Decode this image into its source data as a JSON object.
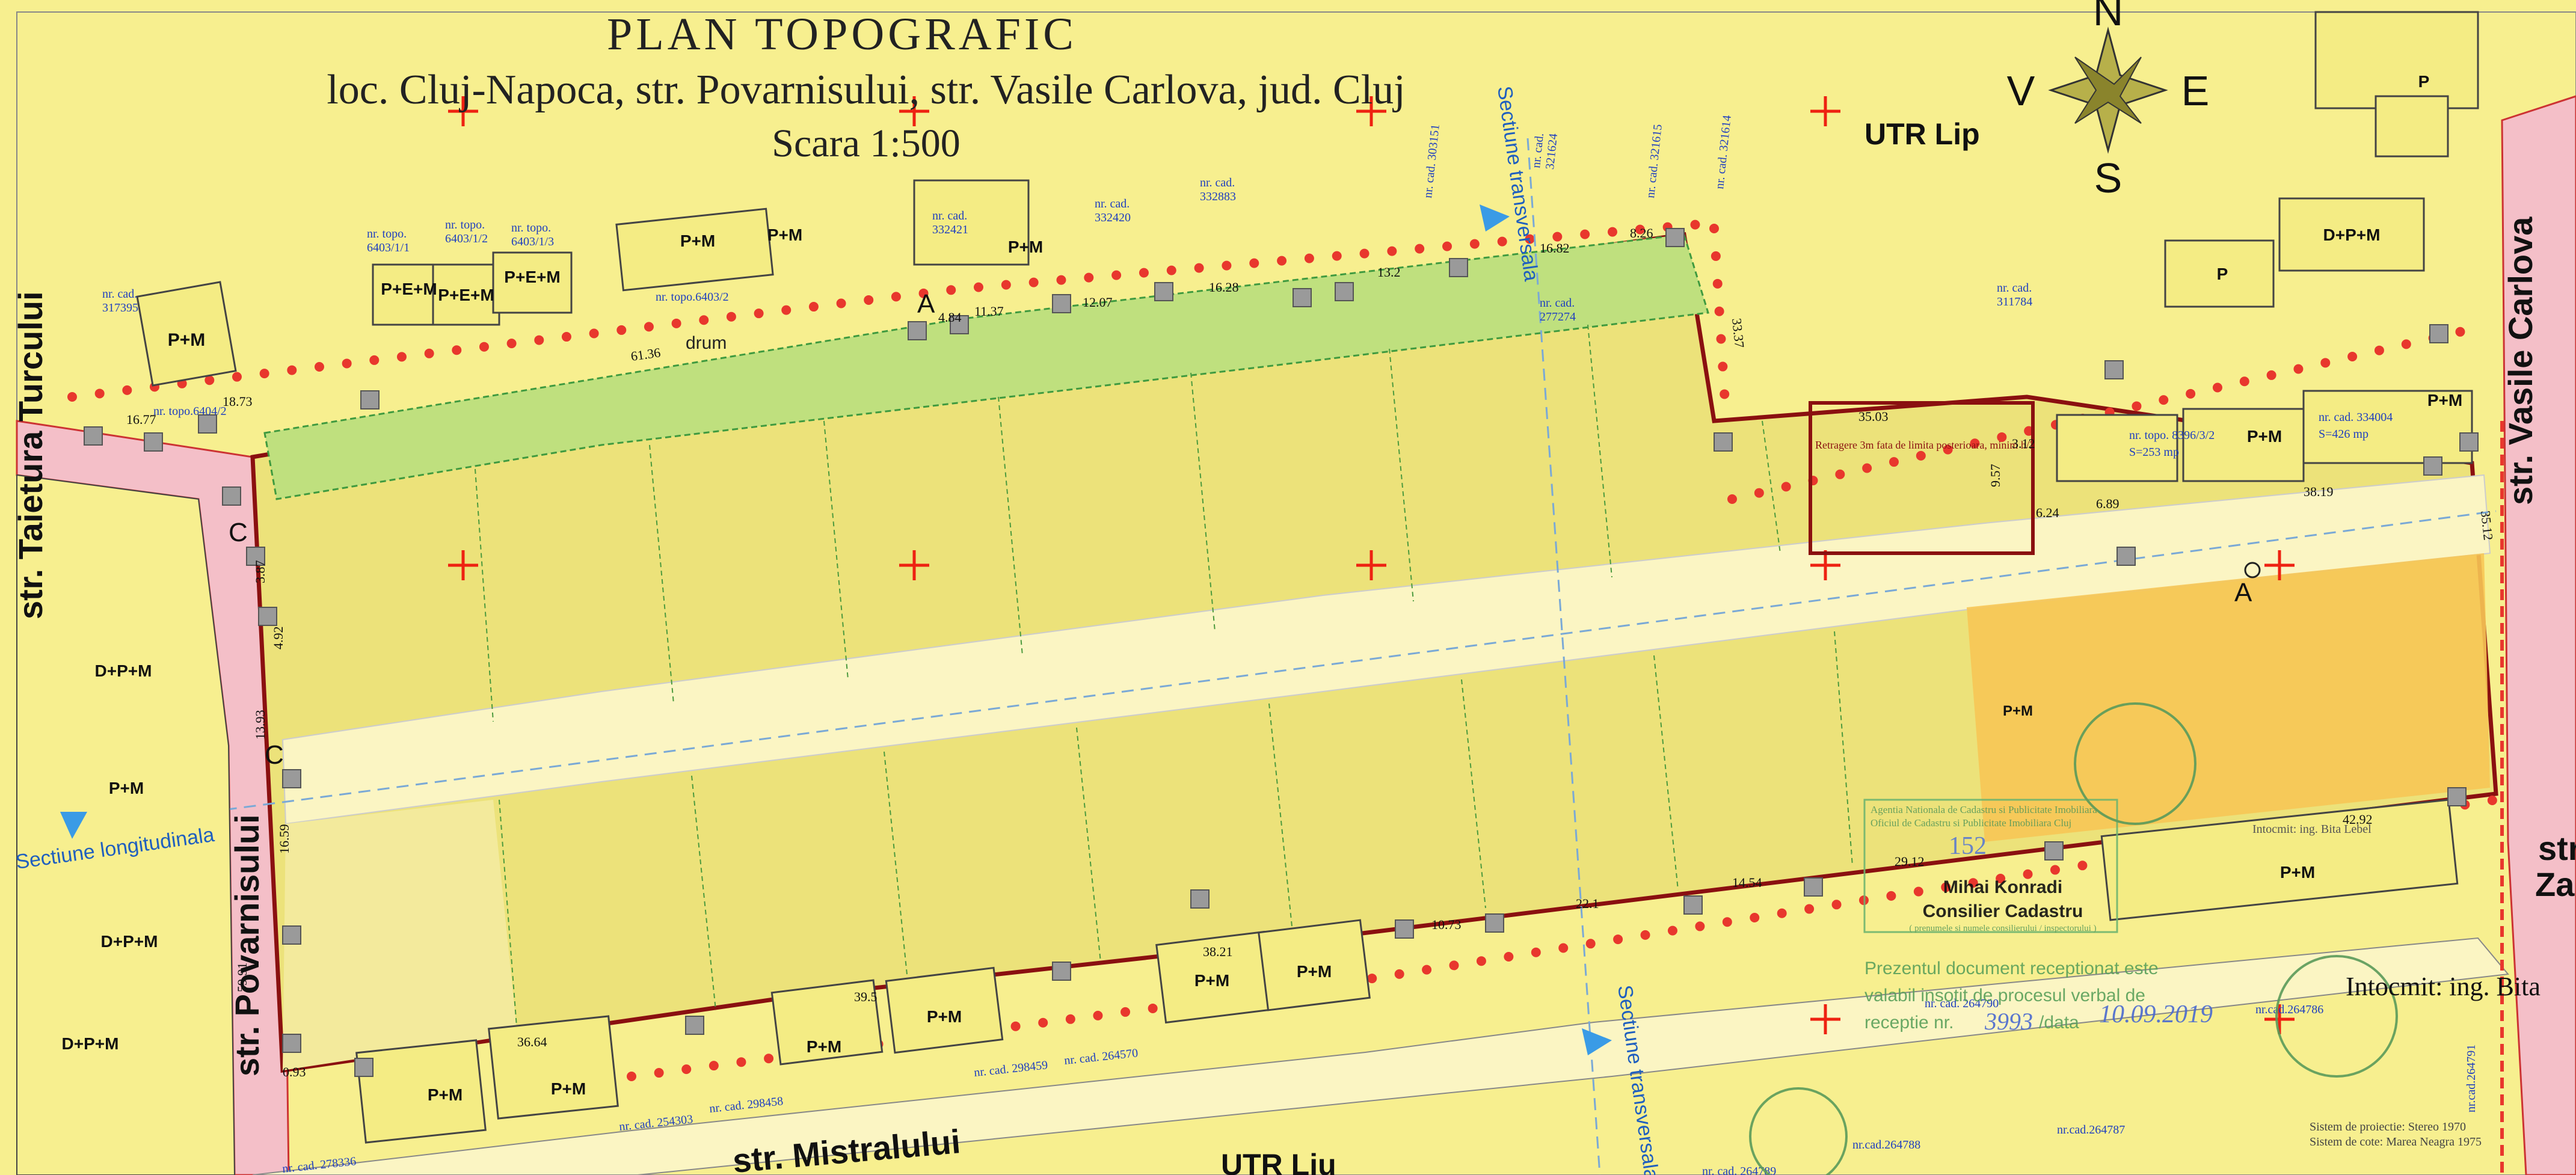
{
  "title": {
    "line1": "PLAN TOPOGRAFIC",
    "line2": "loc. Cluj-Napoca, str. Povarnisului, str. Vasile Carlova,  jud. Cluj",
    "line3": "Scara 1:500"
  },
  "compass": {
    "north": "N",
    "south": "S",
    "east": "E",
    "west": "V"
  },
  "streets": {
    "taietura": "str. Taietura Turcului",
    "povarnisului": "str. Povarnisului",
    "mistralului": "str. Mistralului",
    "carlova": "str. Vasile Carlova",
    "right_partial": "str",
    "right_partial2": "Zar"
  },
  "utr": {
    "top": "UTR Lip",
    "bottom": "UTR Liu"
  },
  "sections": {
    "transversal_top": "Sectiune transversala",
    "transversal_bottom": "Sectiune transversala",
    "longitudinal": "Sectiune longitudinala"
  },
  "points": {
    "A1": "A",
    "A2": "A",
    "C1": "C",
    "C2": "C"
  },
  "road": "drum",
  "setback": "Retragere 3m fata de limita posterioara, minim h/2",
  "intocmit": "Intocmit: ing. Bita",
  "intocmit_small": "Intocmit: ing. Bita Lebel",
  "buildings": [
    {
      "id": "b1",
      "label": "P+M"
    },
    {
      "id": "b2",
      "label": "P+E+M"
    },
    {
      "id": "b3",
      "label": "P+E+M"
    },
    {
      "id": "b4",
      "label": "P+E+M"
    },
    {
      "id": "b5",
      "label": "P+M"
    },
    {
      "id": "b6",
      "label": "P+M"
    },
    {
      "id": "b7",
      "label": "P+M"
    },
    {
      "id": "b8",
      "label": "D+P+M"
    },
    {
      "id": "b9",
      "label": "P+M"
    },
    {
      "id": "b10",
      "label": "D+P+M"
    },
    {
      "id": "b11",
      "label": "D+P+M"
    },
    {
      "id": "b12",
      "label": "P+M"
    },
    {
      "id": "b13",
      "label": "P+M"
    },
    {
      "id": "b14",
      "label": "P+M"
    },
    {
      "id": "b15",
      "label": "P+M"
    },
    {
      "id": "b16",
      "label": "P+M"
    },
    {
      "id": "b17",
      "label": "P+M"
    },
    {
      "id": "b18",
      "label": "P+M"
    },
    {
      "id": "b19",
      "label": "P+M"
    },
    {
      "id": "b20",
      "label": "D+P+M"
    },
    {
      "id": "b21",
      "label": "P"
    },
    {
      "id": "b22",
      "label": "P"
    },
    {
      "id": "b23",
      "label": "P+M"
    },
    {
      "id": "b24",
      "label": "P+M"
    }
  ],
  "cadastre": {
    "c1": "nr. cad.\n317395",
    "c2": "nr. topo.\n6403/1/1",
    "c3": "nr. topo.\n6403/1/2",
    "c4": "nr. topo.\n6403/1/3",
    "c5": "nr. topo.6403/2",
    "c6": "nr. cad.\n332421",
    "c7": "nr. cad.\n332420",
    "c8": "nr. cad.\n332883",
    "c9": "nr. cad. 303151",
    "c10": "nr. cad.\n321624",
    "c11": "nr. cad. 321615",
    "c12": "nr. cad. 321614",
    "c13": "nr. cad.\n277274",
    "c14": "nr. cad.\n311784",
    "c15": "nr. topo. 8396/3/2",
    "c16": "S=253 mp",
    "c17": "nr. cad. 334004",
    "c18": "S=426 mp",
    "c19": "nr. topo.6404/2",
    "c20": "nr. cad. 254303",
    "c21": "nr. cad. 298458",
    "c22": "nr. cad. 298459",
    "c23": "nr. cad. 264570",
    "c24": "nr. cad. 264790",
    "c25": "nr.cad.264788",
    "c26": "nr.cad.264787",
    "c27": "nr.cad.264786",
    "c28": "nr.cad.264791",
    "c29": "nr. cad. 278336",
    "c30": "nr. cad. 264789"
  },
  "dims": {
    "d1": "16.77",
    "d2": "18.73",
    "d3": "61.36",
    "d4": "4.84",
    "d5": "11.37",
    "d6": "12.07",
    "d7": "16.28",
    "d8": "13.2",
    "d9": "16.82",
    "d10": "8.26",
    "d11": "33.37",
    "d12": "35.03",
    "d13": "3.12",
    "d14": "6.89",
    "d15": "6.24",
    "d16": "38.19",
    "d17": "35.12",
    "d18": "42.92",
    "d19": "29.12",
    "d20": "14.54",
    "d21": "22.1",
    "d22": "10.73",
    "d23": "38.21",
    "d24": "39.5",
    "d25": "36.64",
    "d26": "59.91",
    "d27": "16.59",
    "d28": "13.93",
    "d29": "4.92",
    "d30": "3.87",
    "d31": "9.57",
    "d32": "0.93"
  },
  "stamp": {
    "agency": "Agentia Nationala de Cadastru si Publicitate Imobiliara",
    "office": "Oficiul de Cadastru si Publicitate Imobiliara Cluj",
    "name": "Mihai Konradi",
    "role": "Consilier Cadastru",
    "role_sub": "( prenumele si numele consilierului / inspectorului )",
    "receipt1": "Prezentul document receptionat este",
    "receipt2": "valabil insotit de procesul verbal de",
    "receipt3": "receptie nr.",
    "receipt_nr": "3993",
    "receipt_data": "/data",
    "receipt_date": "10.09.2019",
    "small_num": "152"
  },
  "projection": {
    "line1": "Sistem de proiectie: Stereo 1970",
    "line2": "Sistem de cote: Marea Neagra 1975"
  },
  "colors": {
    "background": "#f7ef8f",
    "road": "#fbf5c3",
    "green_zone": "#bfe07e",
    "lot": "#ece27a",
    "highlight": "#f7c655",
    "street_pink": "#f4bfc8",
    "border": "#b30c0c",
    "dots": "#e8372d"
  }
}
